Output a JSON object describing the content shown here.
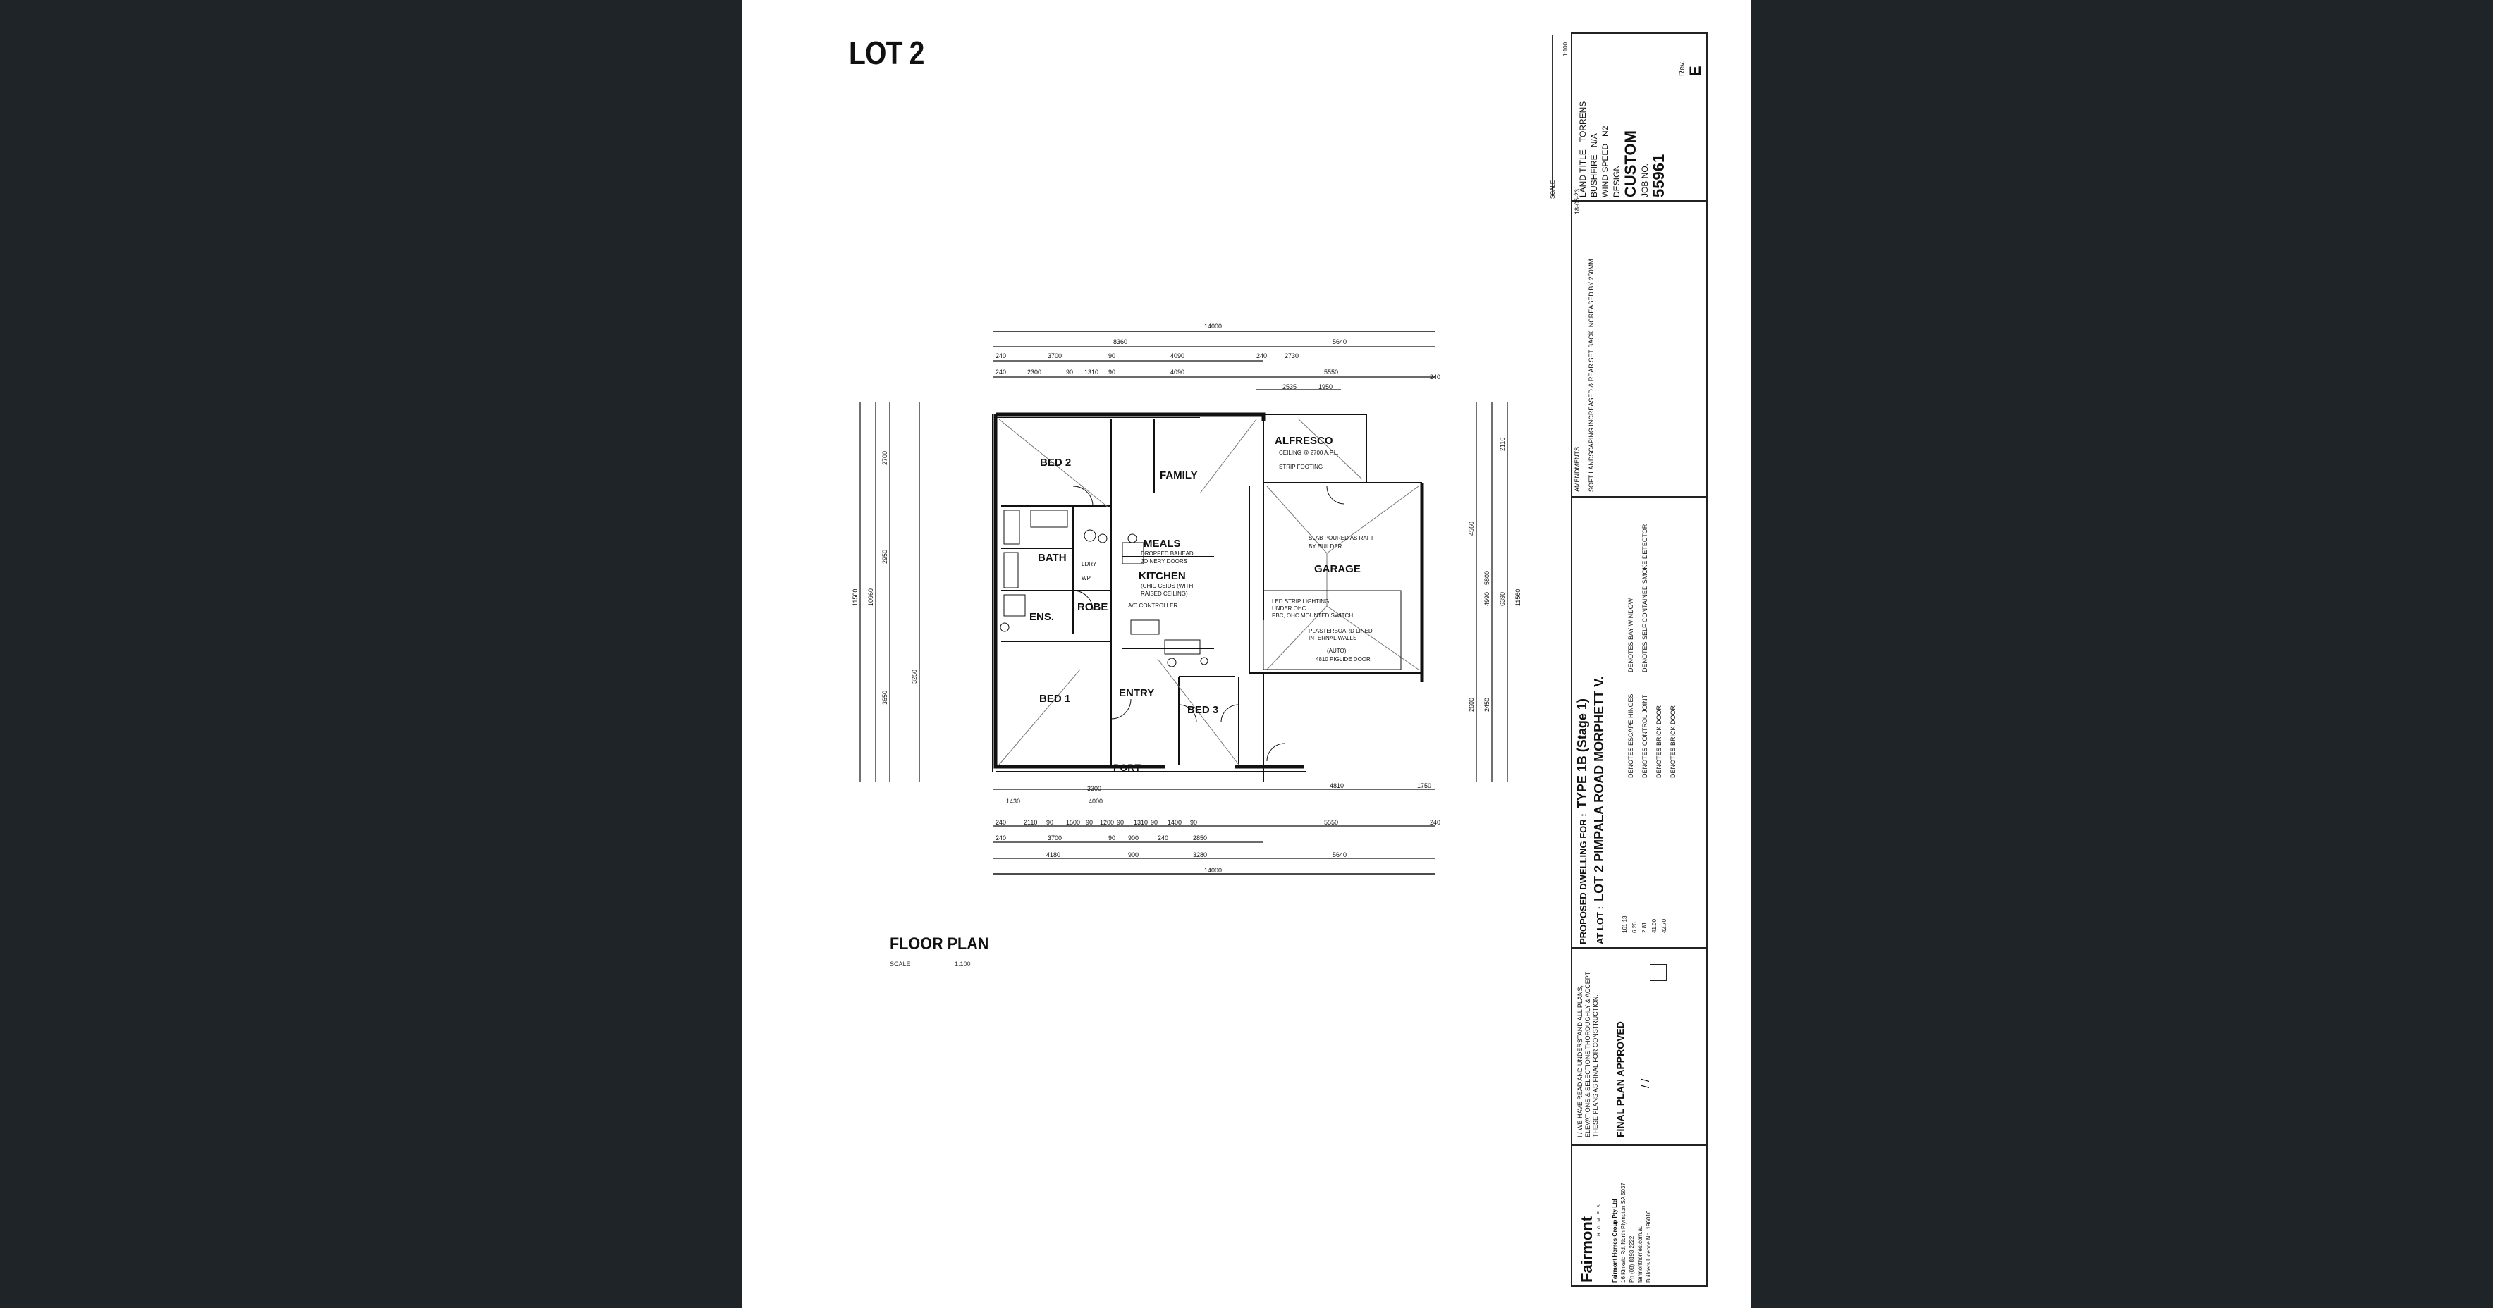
{
  "window": {
    "background": "#1f2428",
    "sheet_background": "#ffffff"
  },
  "sheet": {
    "title": "LOT 2",
    "plan_title": "FLOOR  PLAN",
    "plan_scale_label": "SCALE",
    "plan_scale_value": "1:100"
  },
  "rooms": {
    "bed2": "BED 2",
    "family": "FAMILY",
    "alfresco": "ALFRESCO",
    "alfresco_note": "CEILING @ 2700 A.F.L.",
    "alfresco_note2": "STRIP FOOTING",
    "bath": "BATH",
    "meals": "MEALS",
    "meals_note1": "DROPPED BAHEAD",
    "meals_note2": "JOINERY DOORS",
    "kitchen": "KITCHEN",
    "kitchen_note1": "(CHIC CEIDS (WITH",
    "kitchen_note2": "RAISED CEILING)",
    "ac": "A/C CONTROLLER",
    "ens": "ENS.",
    "robe": "ROBE",
    "bed1": "BED 1",
    "entry": "ENTRY",
    "bed3": "BED 3",
    "port": "PORT",
    "garage": "GARAGE",
    "garage_note1": "SLAB POURED AS RAFT",
    "garage_note2": "BY BUILDER",
    "garage_note3": "LED STRIP LIGHTING",
    "garage_note4": "UNDER OHC",
    "garage_note5": "PBC, OHC MOUNTED SWITCH",
    "garage_note6": "PLASTERBOARD LINED",
    "garage_note7": "INTERNAL WALLS",
    "garage_note8": "(AUTO)",
    "garage_note9": "4810 PIGLIDE DOOR",
    "ldry": "LDRY",
    "wp": "WP"
  },
  "dimensions": {
    "top_total": "14000",
    "top_row2": [
      "8360",
      "5640"
    ],
    "top_row3": [
      "240",
      "3700",
      "90",
      "4090",
      "240",
      "2730"
    ],
    "top_row4": [
      "240",
      "2300",
      "90",
      "1310",
      "90",
      "4090",
      "5550",
      "240"
    ],
    "top_row5": [
      "2535",
      "1950"
    ],
    "bottom_row1": [
      "1430",
      "4000",
      "3300",
      "4810",
      "1750"
    ],
    "bottom_row2": [
      "240",
      "2110",
      "90",
      "1500",
      "90",
      "1200",
      "90",
      "1310",
      "90",
      "1400",
      "90",
      "5550",
      "240"
    ],
    "bottom_row3": [
      "240",
      "3700",
      "90",
      "900",
      "240",
      "2850"
    ],
    "bottom_row4": [
      "4180",
      "900",
      "3280",
      "5640"
    ],
    "bottom_total": "14000",
    "left_total": "11560",
    "left_row": [
      "10960",
      "2700",
      "2950",
      "3650",
      "3250"
    ],
    "right": [
      "4560",
      "4990",
      "5800",
      "6390",
      "2600",
      "2450",
      "2110",
      "11560"
    ]
  },
  "title_block": {
    "land_title_label": "LAND TITLE",
    "land_title_value": "TORRENS",
    "bushfire_label": "BUSHFIRE",
    "bushfire_value": "N/A",
    "wind_label": "WIND SPEED",
    "wind_value": "N2",
    "design_label": "DESIGN",
    "design_value": "CUSTOM",
    "job_label": "JOB NO.",
    "job_value": "55961",
    "rev_label": "Rev.",
    "rev_value": "E",
    "date": "18-05-23",
    "scale_label": "SCALE",
    "scale_value": "1:100",
    "amendment_note": "SOFT LANDSCAPING INCREASED & REAR SET BACK INCREASED BY 250MM",
    "amendments_label": "AMENDMENTS",
    "proposed_label": "PROPOSED DWELLING FOR :",
    "proposed_value": "TYPE 1B (Stage 1)",
    "at_lot_label": "AT LOT :",
    "at_lot_value": "LOT 2 PIMPALA ROAD MORPHETT V.",
    "final_plan": "FINAL PLAN  APPROVED",
    "final_date": "/     /",
    "disclaimer": "I / WE HAVE READ AND UNDERSTAND ALL PLANS, ELEVATIONS & SELECTIONS THOROUGHLY & ACCEPT THESE PLANS AS FINAL FOR CONSTRUCTION.",
    "company": "Fairmont",
    "company_sub": "H O M E S",
    "address1": "Fairmont Homes Group Pty Ltd",
    "address2": "16 Kinkaid Rd, North Plympton SA 5037",
    "address3": "Ph (08) 8193 2222",
    "address4": "fairmonthomes.com.au",
    "address5": "Builders Licence No. 196016",
    "legend1": "DENOTES ESCAPE HINGES",
    "legend2": "DENOTES CONTROL JOINT",
    "legend3": "DENOTES BRICK DOOR",
    "legend4": "DENOTES BRICK DOOR",
    "legend5": "DENOTES BAY WINDOW",
    "legend6": "DENOTES SELF CONTAINED SMOKE DETECTOR",
    "areas": [
      "161.13",
      "6.26",
      "2.81",
      "41.00",
      "42.70"
    ]
  },
  "colors": {
    "ink": "#111111",
    "frame": "#222222",
    "gray": "#8a8a8a"
  }
}
